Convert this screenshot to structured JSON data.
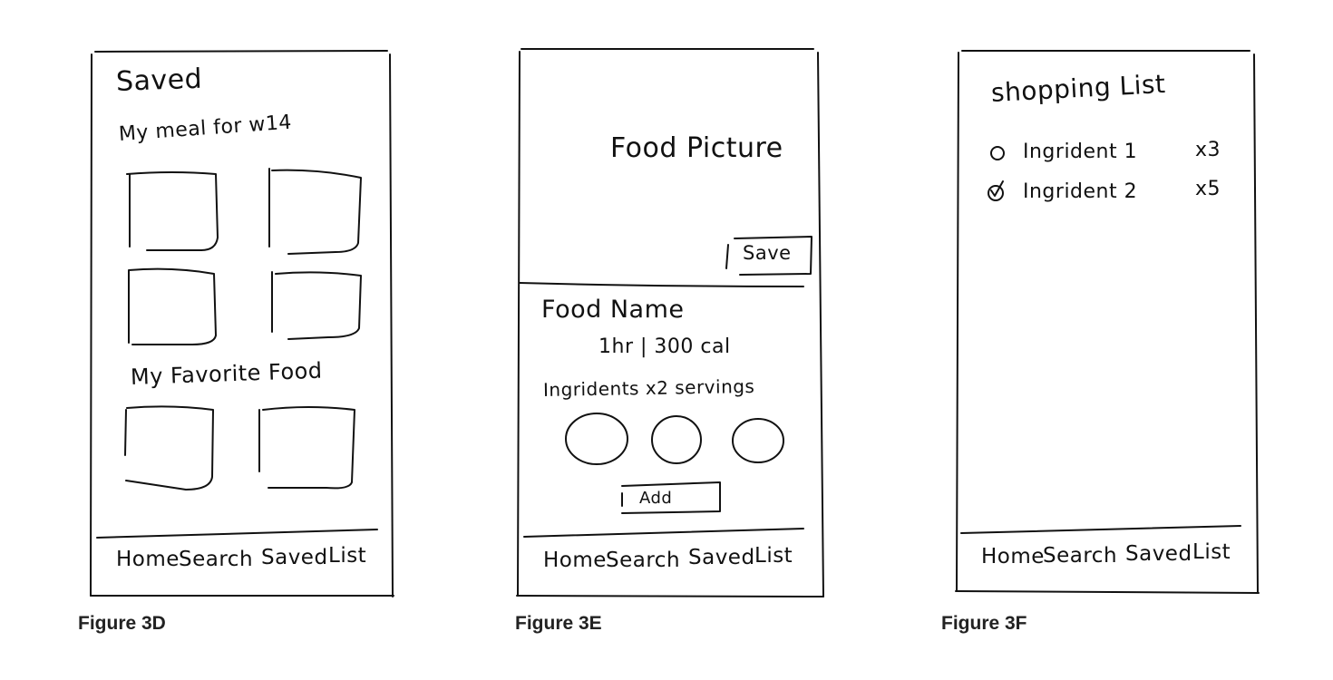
{
  "figures": [
    {
      "caption": "Figure 3D",
      "title": "Saved",
      "section1": "My meal for w14",
      "section2": "My Favorite Food",
      "nav": [
        "Home",
        "Search",
        "Saved",
        "List"
      ]
    },
    {
      "caption": "Figure 3E",
      "picture_label": "Food Picture",
      "save_label": "Save",
      "food_name": "Food Name",
      "meta": "1hr | 300 cal",
      "ingredients_label": "Ingridents x2 servings",
      "add_label": "Add",
      "nav": [
        "Home",
        "Search",
        "Saved",
        "List"
      ]
    },
    {
      "caption": "Figure 3F",
      "title": "shopping List",
      "items": [
        {
          "name": "Ingrident 1",
          "qty": "x3",
          "checked": false
        },
        {
          "name": "Ingrident 2",
          "qty": "x5",
          "checked": true
        }
      ],
      "nav": [
        "Home",
        "Search",
        "Saved",
        "List"
      ]
    }
  ]
}
